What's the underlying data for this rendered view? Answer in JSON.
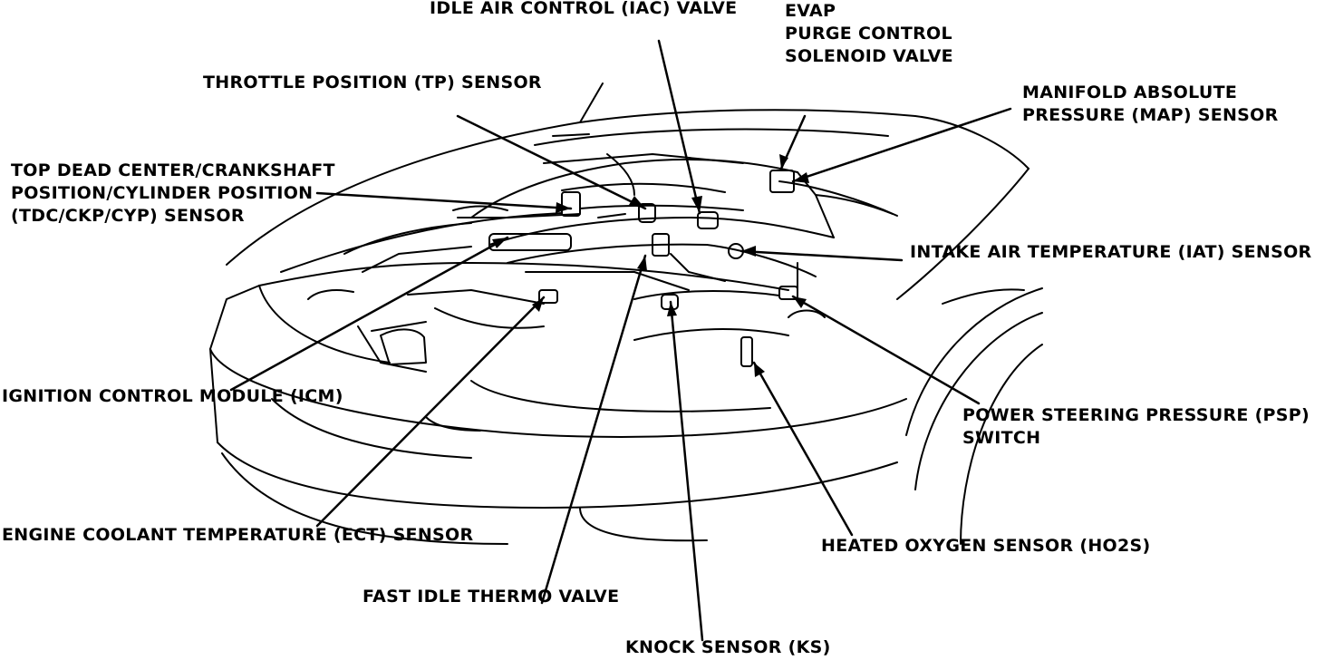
{
  "colors": {
    "ink": "#000000",
    "paper": "#ffffff"
  },
  "labels": {
    "iac": [
      "IDLE AIR CONTROL (IAC) VALVE"
    ],
    "evap": [
      "EVAP",
      "PURGE CONTROL",
      "SOLENOID VALVE"
    ],
    "tp": [
      "THROTTLE POSITION (TP) SENSOR"
    ],
    "map": [
      "MANIFOLD ABSOLUTE",
      "PRESSURE (MAP) SENSOR"
    ],
    "tdc": [
      "TOP DEAD CENTER/CRANKSHAFT",
      "POSITION/CYLINDER POSITION",
      "(TDC/CKP/CYP) SENSOR"
    ],
    "iat": [
      "INTAKE AIR TEMPERATURE (IAT) SENSOR"
    ],
    "icm": [
      "IGNITION CONTROL MODULE (ICM)"
    ],
    "psp": [
      "POWER STEERING PRESSURE (PSP)",
      "SWITCH"
    ],
    "ect": [
      "ENGINE COOLANT TEMPERATURE (ECT) SENSOR"
    ],
    "ho2s": [
      "HEATED OXYGEN SENSOR (HO2S)"
    ],
    "fitv": [
      "FAST IDLE THERMO VALVE"
    ],
    "ks": [
      "KNOCK SENSOR (KS)"
    ]
  }
}
